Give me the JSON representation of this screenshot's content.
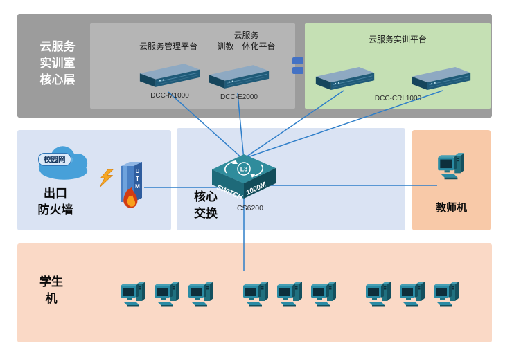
{
  "colors": {
    "core_band_gray": "#9c9c9c",
    "platform_panel_gray": "#b5b5b5",
    "training_panel_green": "#c5e0b4",
    "network_zone_blue": "#dae3f3",
    "teacher_zone_peach": "#f8c9a8",
    "student_zone_peach": "#fad9c6",
    "link_blue": "#2e7ec9",
    "connector_blue": "#4472c4"
  },
  "icons": {
    "cloud": "campus-network-cloud-icon",
    "lightning": "lightning-bolt-icon",
    "firewall": "utm-firewall-icon",
    "switch": "l3-switch-icon",
    "server": "rack-server-icon",
    "computer": "workstation-icon",
    "panel_link": "panel-link-connector"
  },
  "core_layer": {
    "label_lines": [
      "云服务",
      "实训室",
      "核心层"
    ],
    "mgmt_platform": {
      "title": "云服务管理平台",
      "device": "DCC-M1000"
    },
    "edu_platform": {
      "title_lines": [
        "云服务",
        "训教一体化平台"
      ],
      "device": "DCC-E2000"
    },
    "training_platform": {
      "title": "云服务实训平台",
      "device": "DCC-CRL1000"
    }
  },
  "firewall_zone": {
    "cloud_label": "校园网",
    "utm_label": "UTM",
    "label_lines": [
      "出口",
      "防火墙"
    ]
  },
  "switch_zone": {
    "label_lines": [
      "核心",
      "交换"
    ],
    "l3_badge": "L3",
    "switch_front_text": "SWITCH",
    "switch_side_text": "1000M",
    "device": "CS6200"
  },
  "teacher_zone": {
    "label": "教师机"
  },
  "student_zone": {
    "label_lines": [
      "学生",
      "机"
    ]
  }
}
